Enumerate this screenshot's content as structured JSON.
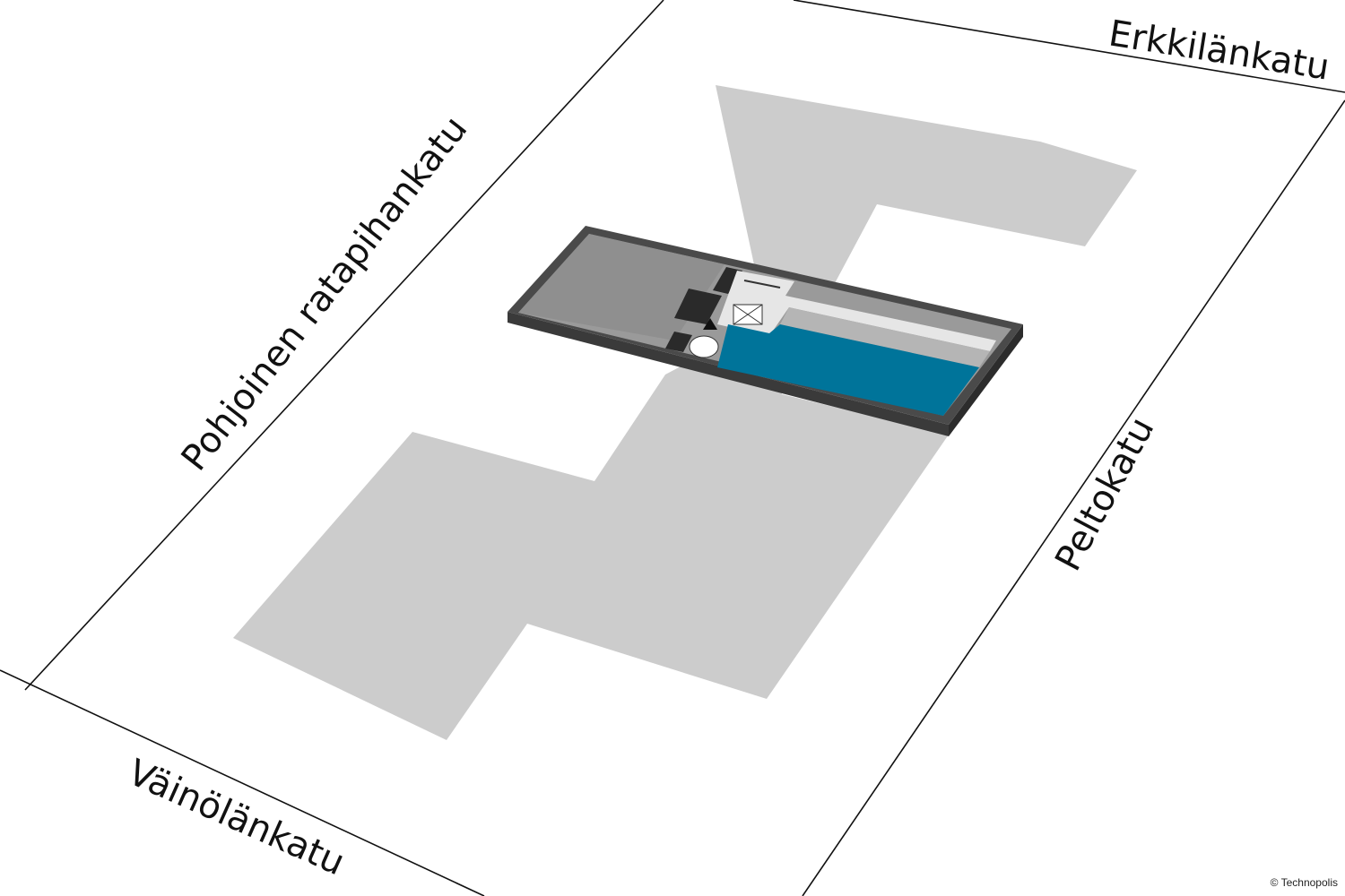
{
  "map": {
    "streets": {
      "north": "Erkkilänkatu",
      "west": "Pohjoinen ratapihankatu",
      "east": "Peltokatu",
      "south": "Väinölänkatu"
    },
    "credit": "© Technopolis",
    "colors": {
      "background": "#ffffff",
      "street_line": "#111111",
      "building_footprint": "#cccccc",
      "floor_outline": "#4a4a4a",
      "highlighted_space": "#00749a",
      "other_space": "#9a9a9a",
      "corridor": "#e6e6e6",
      "core": "#2a2a2a"
    },
    "icons": [
      "stairs-icon",
      "elevator-icon",
      "entrance-arrow-icon"
    ]
  }
}
